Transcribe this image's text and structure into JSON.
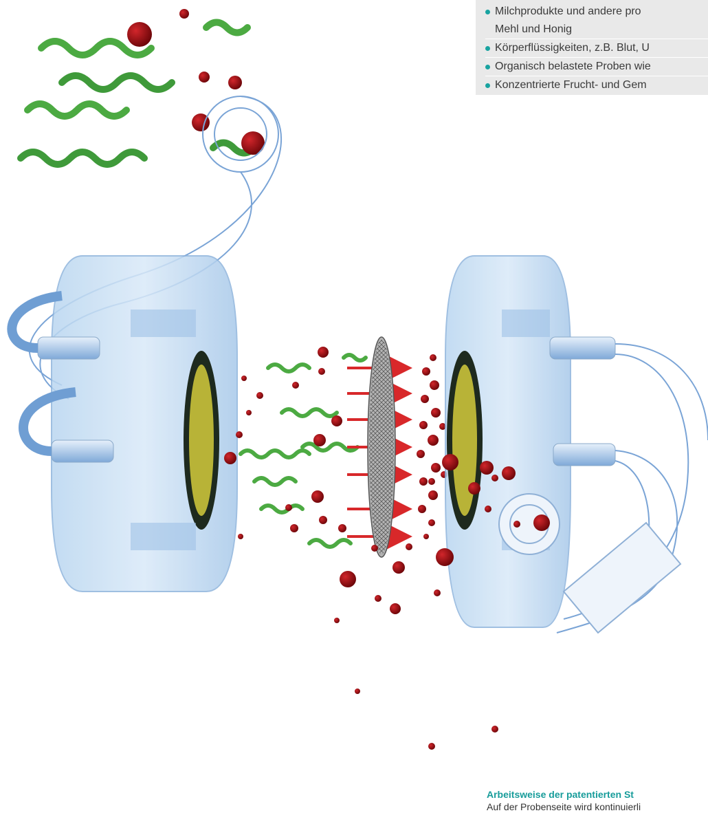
{
  "info_list": {
    "items": [
      {
        "line1": "Milchprodukte und andere pro",
        "line2": "Mehl und Honig"
      },
      {
        "line1": "Körperflüssigkeiten, z.B. Blut, U",
        "line2": ""
      },
      {
        "line1": "Organisch belastete Proben wie",
        "line2": ""
      },
      {
        "line1": "Konzentrierte Frucht- und Gem",
        "line2": ""
      }
    ],
    "bullet_color": "#18a3a0"
  },
  "caption": {
    "title": "Arbeitsweise der patentierten St",
    "text": "Auf der Probenseite wird kontinuierli"
  },
  "colors": {
    "accent": "#179c9a",
    "protein_green": "#3f9a3a",
    "particle_red": "#8b0d12",
    "cell_blue": "#9cc3e6",
    "arrow_red": "#d8282a"
  },
  "icons": [
    "protein-ribbon",
    "dialysis-cell",
    "membrane-disc",
    "flow-arrow",
    "tube"
  ]
}
